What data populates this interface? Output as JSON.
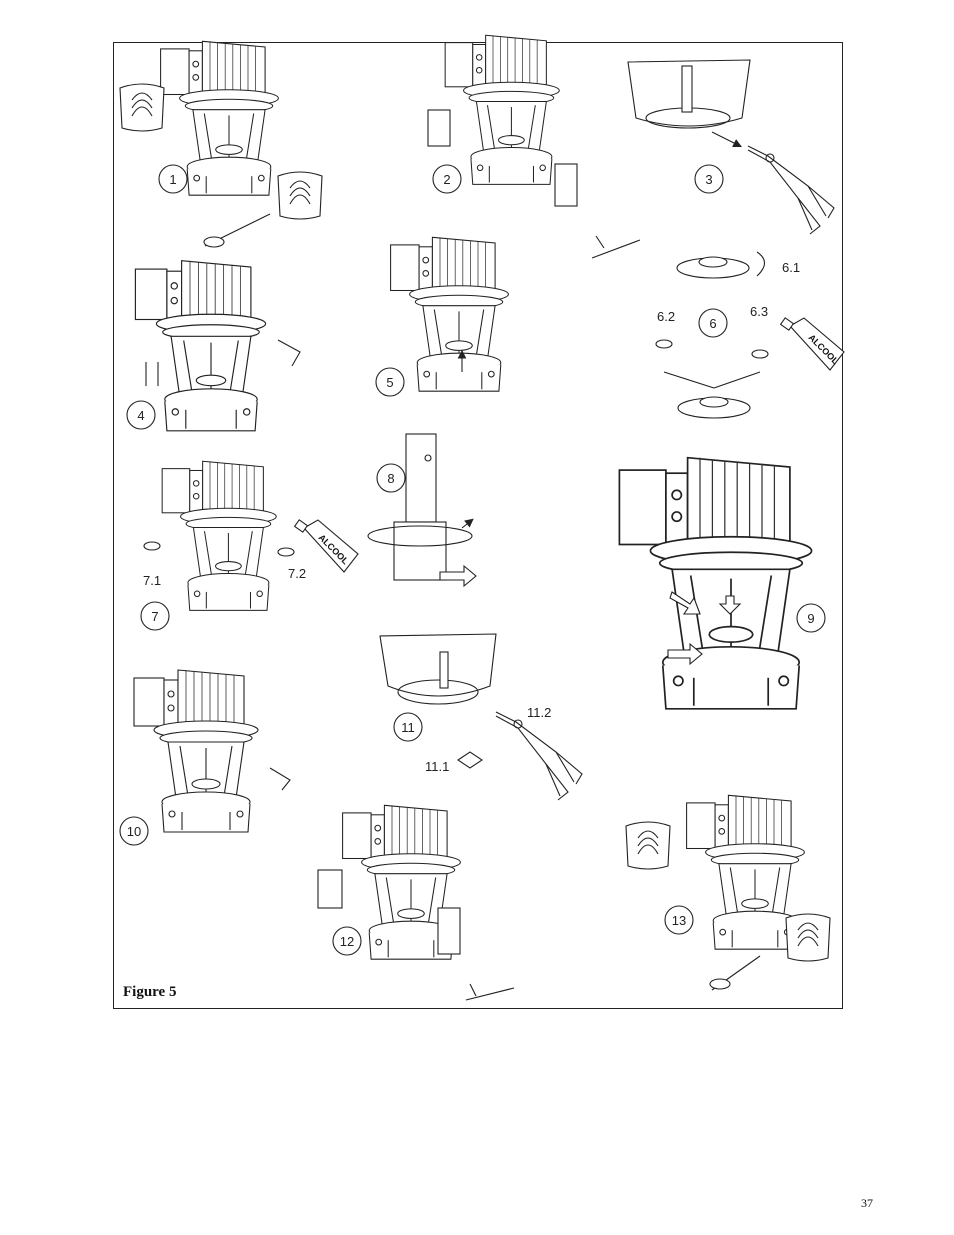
{
  "figure": {
    "caption": "Figure 5"
  },
  "page_number": "37",
  "steps": [
    "1",
    "2",
    "3",
    "4",
    "5",
    "6",
    "7",
    "8",
    "9",
    "10",
    "11",
    "12",
    "13"
  ],
  "sub_steps": {
    "s6_1": "6.1",
    "s6_2": "6.2",
    "s6_3": "6.3",
    "s7_1": "7.1",
    "s7_2": "7.2",
    "s11_1": "11.1",
    "s11_2": "11.2"
  },
  "labels": {
    "alcohol": "ALCOOL"
  }
}
